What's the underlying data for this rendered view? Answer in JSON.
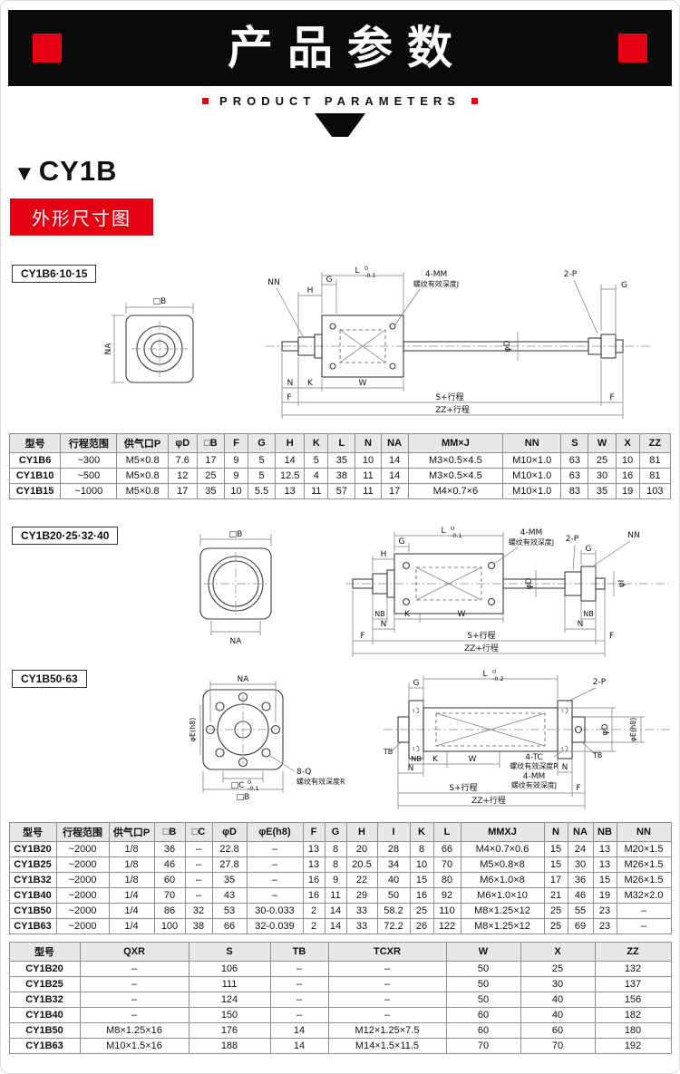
{
  "banner": {
    "title": "产品参数",
    "subtitle": "PRODUCT PARAMETERS"
  },
  "section": {
    "marker": "▼",
    "series": "CY1B",
    "dimension_label": "外形尺寸图"
  },
  "drawing1": {
    "tag": "CY1B6·10·15",
    "labels": {
      "box_b": "□B",
      "na": "NA",
      "nn": "NN",
      "h": "H",
      "g_left": "G",
      "l": "L",
      "l_tol_top": "0",
      "l_tol_bot": "-0.1",
      "four_mm": "4-MM",
      "thread_j": "螺纹有效深度J",
      "two_p": "2-P",
      "g_right": "G",
      "phi_d": "φD",
      "n": "N",
      "k": "K",
      "w": "W",
      "f_left": "F",
      "s_stroke": "S+行程",
      "f_right": "F",
      "zz_stroke": "ZZ+行程"
    }
  },
  "drawing2": {
    "tag": "CY1B20·25·32·40",
    "labels": {
      "box_b": "□B",
      "na": "NA",
      "h": "H",
      "g_left": "G",
      "l": "L",
      "l_tol_top": "0",
      "l_tol_bot": "-0.1",
      "four_mm": "4-MM",
      "thread_j": "螺纹有效深度J",
      "two_p": "2-P",
      "g_right": "G",
      "nn": "NN",
      "phi_d": "φD",
      "phi_i": "φI",
      "nb_left": "NB",
      "n_left": "N",
      "k": "K",
      "w": "W",
      "nb_right": "NB",
      "n_right": "N",
      "f_left": "F",
      "s_stroke": "S+行程",
      "f_right": "F",
      "zz_stroke": "ZZ+行程"
    }
  },
  "drawing3": {
    "tag": "CY1B50·63",
    "labels": {
      "na": "NA",
      "phi_e_left": "φE(h8)",
      "box_c": "□C",
      "c_tol_top": "0",
      "c_tol_bot": "-0.1",
      "box_b": "□B",
      "eight_q": "8-Q",
      "thread_r_front": "螺纹有效深度R",
      "g": "G",
      "l": "L",
      "l_tol_top": "0",
      "l_tol_bot": "-0.2",
      "two_p": "2-P",
      "tb_left": "TB",
      "nb": "NB",
      "n_left": "N",
      "k": "K",
      "w": "W",
      "four_tc": "4-TC",
      "thread_r": "螺纹有效深度R",
      "four_mm": "4-MM",
      "thread_j": "螺纹有效深度J",
      "phi_d": "φD",
      "phi_e_right": "φE(h8)",
      "tb_right": "TB",
      "n_right": "N",
      "f_right": "F",
      "s_stroke": "S+行程",
      "zz_stroke": "ZZ+行程"
    }
  },
  "table1": {
    "headers": [
      "型号",
      "行程范围",
      "供气口P",
      "φD",
      "□B",
      "F",
      "G",
      "H",
      "K",
      "L",
      "N",
      "NA",
      "MM×J",
      "NN",
      "S",
      "W",
      "X",
      "ZZ"
    ],
    "rows": [
      [
        "CY1B6",
        "~300",
        "M5×0.8",
        "7.6",
        "17",
        "9",
        "5",
        "14",
        "5",
        "35",
        "10",
        "14",
        "M3×0.5×4.5",
        "M10×1.0",
        "63",
        "25",
        "10",
        "81"
      ],
      [
        "CY1B10",
        "~500",
        "M5×0.8",
        "12",
        "25",
        "9",
        "5",
        "12.5",
        "4",
        "38",
        "11",
        "14",
        "M3×0.5×4.5",
        "M10×1.0",
        "63",
        "30",
        "16",
        "81"
      ],
      [
        "CY1B15",
        "~1000",
        "M5×0.8",
        "17",
        "35",
        "10",
        "5.5",
        "13",
        "11",
        "57",
        "11",
        "17",
        "M4×0.7×6",
        "M10×1.0",
        "83",
        "35",
        "19",
        "103"
      ]
    ]
  },
  "table2": {
    "headers": [
      "型号",
      "行程范围",
      "供气口P",
      "□B",
      "□C",
      "φD",
      "φE(h8)",
      "F",
      "G",
      "H",
      "I",
      "K",
      "L",
      "MMXJ",
      "N",
      "NA",
      "NB",
      "NN"
    ],
    "rows": [
      [
        "CY1B20",
        "~2000",
        "1/8",
        "36",
        "–",
        "22.8",
        "–",
        "13",
        "8",
        "20",
        "28",
        "8",
        "66",
        "M4×0.7×0.6",
        "15",
        "24",
        "13",
        "M20×1.5"
      ],
      [
        "CY1B25",
        "~2000",
        "1/8",
        "46",
        "–",
        "27.8",
        "–",
        "13",
        "8",
        "20.5",
        "34",
        "10",
        "70",
        "M5×0.8×8",
        "15",
        "30",
        "13",
        "M26×1.5"
      ],
      [
        "CY1B32",
        "~2000",
        "1/8",
        "60",
        "–",
        "35",
        "–",
        "16",
        "9",
        "22",
        "40",
        "15",
        "80",
        "M6×1.0×8",
        "17",
        "36",
        "15",
        "M26×1.5"
      ],
      [
        "CY1B40",
        "~2000",
        "1/4",
        "70",
        "–",
        "43",
        "–",
        "16",
        "11",
        "29",
        "50",
        "16",
        "92",
        "M6×1.0×10",
        "21",
        "46",
        "19",
        "M32×2.0"
      ],
      [
        "CY1B50",
        "~2000",
        "1/4",
        "86",
        "32",
        "53",
        "30-0.033",
        "2",
        "14",
        "33",
        "58.2",
        "25",
        "110",
        "M8×1.25×12",
        "25",
        "55",
        "23",
        "–"
      ],
      [
        "CY1B63",
        "~2000",
        "1/4",
        "100",
        "38",
        "66",
        "32-0.039",
        "2",
        "14",
        "33",
        "72.2",
        "26",
        "122",
        "M8×1.25×12",
        "25",
        "69",
        "23",
        "–"
      ]
    ]
  },
  "table3": {
    "headers": [
      "型号",
      "QXR",
      "S",
      "TB",
      "TCXR",
      "W",
      "X",
      "ZZ"
    ],
    "rows": [
      [
        "CY1B20",
        "–",
        "106",
        "–",
        "–",
        "50",
        "25",
        "132"
      ],
      [
        "CY1B25",
        "–",
        "111",
        "–",
        "–",
        "50",
        "30",
        "137"
      ],
      [
        "CY1B32",
        "–",
        "124",
        "–",
        "–",
        "50",
        "40",
        "156"
      ],
      [
        "CY1B40",
        "–",
        "150",
        "–",
        "–",
        "60",
        "40",
        "182"
      ],
      [
        "CY1B50",
        "M8×1.25×16",
        "176",
        "14",
        "M12×1.25×7.5",
        "60",
        "60",
        "180"
      ],
      [
        "CY1B63",
        "M10×1.5×16",
        "188",
        "14",
        "M14×1.5×11.5",
        "70",
        "70",
        "192"
      ]
    ]
  }
}
